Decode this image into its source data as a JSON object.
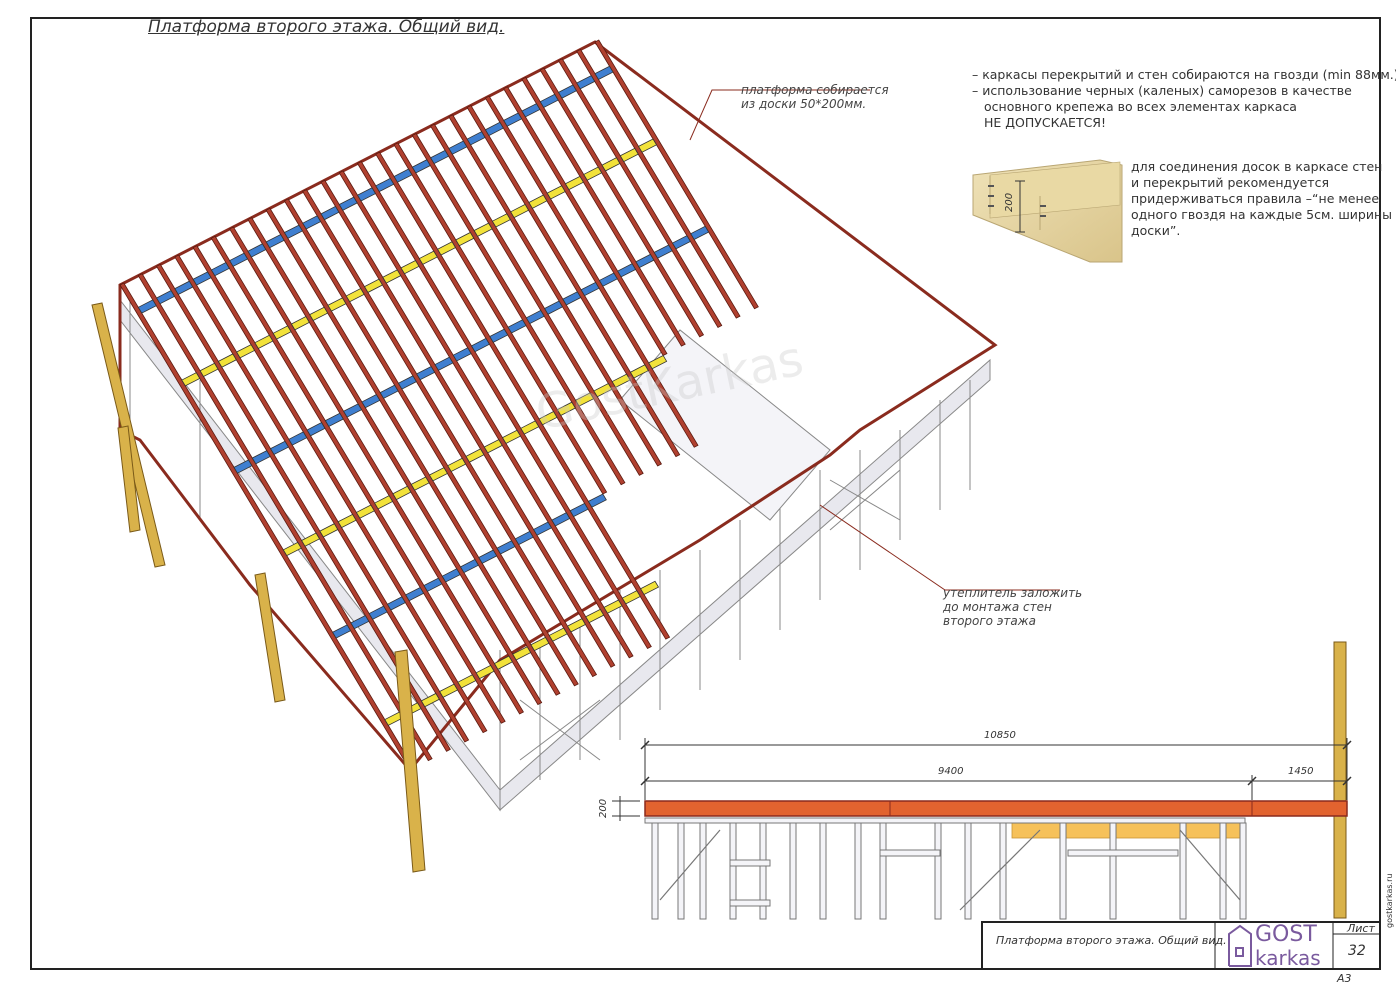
{
  "title": "Платформа второго этажа. Общий вид.",
  "notes": {
    "platform_boards": [
      "платформа собирается",
      "из доски 50*200мм."
    ],
    "insulation": [
      "утеплитель заложить",
      "до монтажа стен",
      "второго этажа"
    ]
  },
  "rules": {
    "lines": [
      "– каркасы перекрытий и стен собираются на гвозди (min 88мм.)",
      "– использование черных (каленых) саморезов в качестве",
      "основного крепежа во всех элементах каркаса",
      "НЕ ДОПУСКАЕТСЯ!"
    ]
  },
  "recommendation": {
    "lines": [
      "для соединения досок в каркасе стен",
      "и перекрытий рекомендуется",
      "придерживаться правила –“не менее",
      "одного гвоздя на каждые 5см. ширины",
      "доски”."
    ],
    "board_height_label": "200"
  },
  "dimensions": {
    "total": "10850",
    "part_a": "9400",
    "part_b": "1450",
    "thickness": "200"
  },
  "stamp": {
    "title": "Платформа второго этажа. Общий вид.",
    "logo_top": "GOST",
    "logo_bottom": "karkas",
    "sheet_label": "Лист",
    "sheet_number": "32",
    "format": "А3",
    "site": "gostkarkas.ru"
  },
  "colors": {
    "joist": "#b0402f",
    "blocking_blue": "#3f7fd0",
    "blocking_yellow": "#f2e23a",
    "stud": "#e8e8ee",
    "post": "#d9b24a",
    "logo": "#7a5a9e"
  }
}
